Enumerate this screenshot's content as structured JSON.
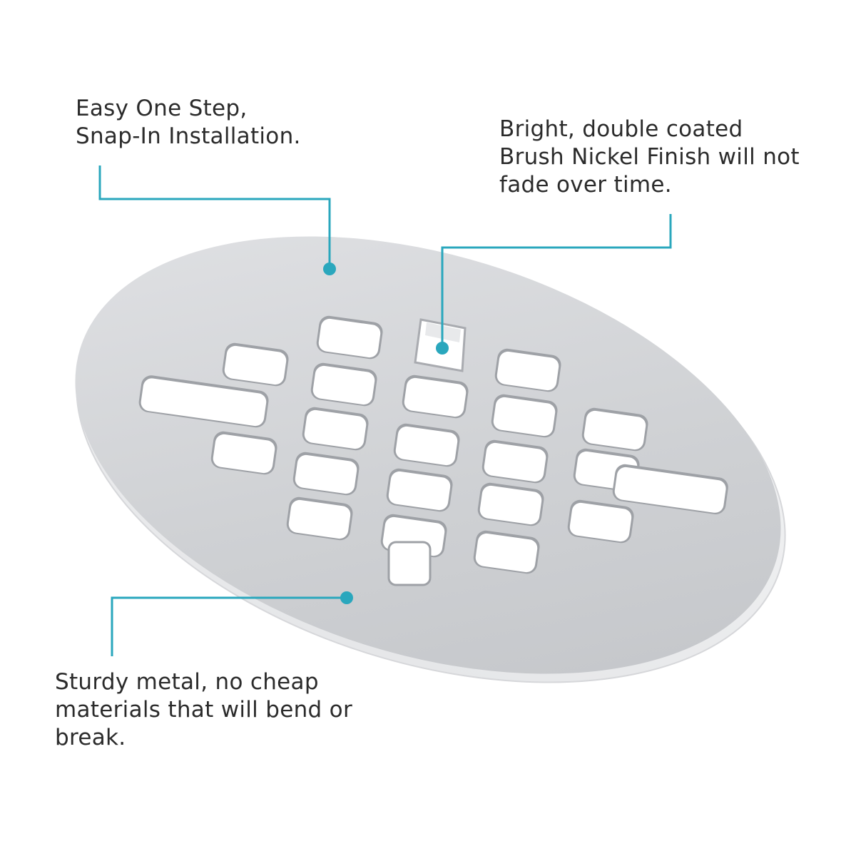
{
  "callouts": {
    "installation": {
      "lines": [
        "Easy One Step,",
        "Snap-In Installation."
      ]
    },
    "finish": {
      "lines": [
        "Bright, double coated",
        "Brush Nickel Finish will not",
        "fade over time."
      ]
    },
    "material": {
      "lines": [
        "Sturdy metal, no cheap",
        "materials that will bend or",
        "break."
      ]
    }
  },
  "colors": {
    "background": "#ffffff",
    "text": "#2b2b2b",
    "leader_line": "#2aa7bd",
    "plate_light": "#dcdde0",
    "plate_mid": "#c4c6ca",
    "plate_edge": "#f1f2f3"
  }
}
